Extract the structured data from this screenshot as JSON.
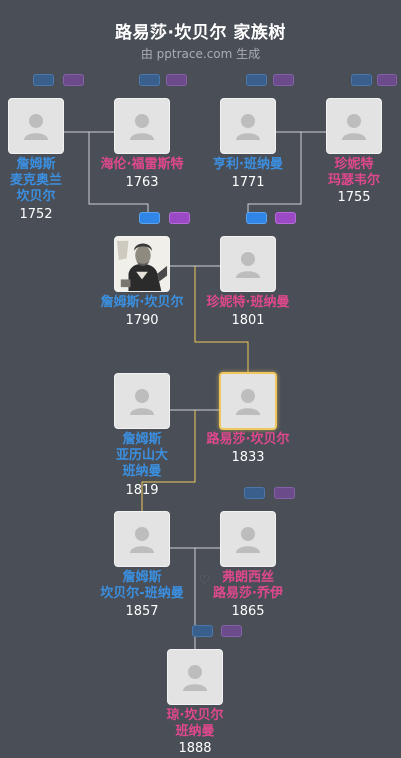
{
  "title": "路易莎·坎贝尔 家族树",
  "subtitle": "由 pptrace.com 生成",
  "colors": {
    "background": "#4a4f57",
    "male": "#3b8fe0",
    "female": "#e0488d",
    "highlight": "#f0c75e",
    "line": "#cfd2d6"
  },
  "heart_symbol": "♡",
  "people": [
    {
      "id": "p1",
      "name": "詹姆斯\n麦克奥兰\n坎贝尔",
      "year": "1752",
      "gender": "male"
    },
    {
      "id": "p2",
      "name": "海伦·福雷斯特",
      "year": "1763",
      "gender": "female"
    },
    {
      "id": "p3",
      "name": "亨利·班纳曼",
      "year": "1771",
      "gender": "male"
    },
    {
      "id": "p4",
      "name": "珍妮特\n玛瑟韦尔",
      "year": "1755",
      "gender": "female"
    },
    {
      "id": "p5",
      "name": "詹姆斯·坎贝尔",
      "year": "1790",
      "gender": "male",
      "photo": true
    },
    {
      "id": "p6",
      "name": "珍妮特·班纳曼",
      "year": "1801",
      "gender": "female"
    },
    {
      "id": "p7",
      "name": "詹姆斯\n亚历山大\n班纳曼",
      "year": "1819",
      "gender": "male"
    },
    {
      "id": "p8",
      "name": "路易莎·坎贝尔",
      "year": "1833",
      "gender": "female",
      "highlight": true
    },
    {
      "id": "p9",
      "name": "詹姆斯\n坎贝尔-班纳曼",
      "year": "1857",
      "gender": "male"
    },
    {
      "id": "p10",
      "name": "弗朗西丝\n路易莎·乔伊",
      "year": "1865",
      "gender": "female"
    },
    {
      "id": "p11",
      "name": "琼·坎贝尔\n班纳曼",
      "year": "1888",
      "gender": "female"
    }
  ]
}
